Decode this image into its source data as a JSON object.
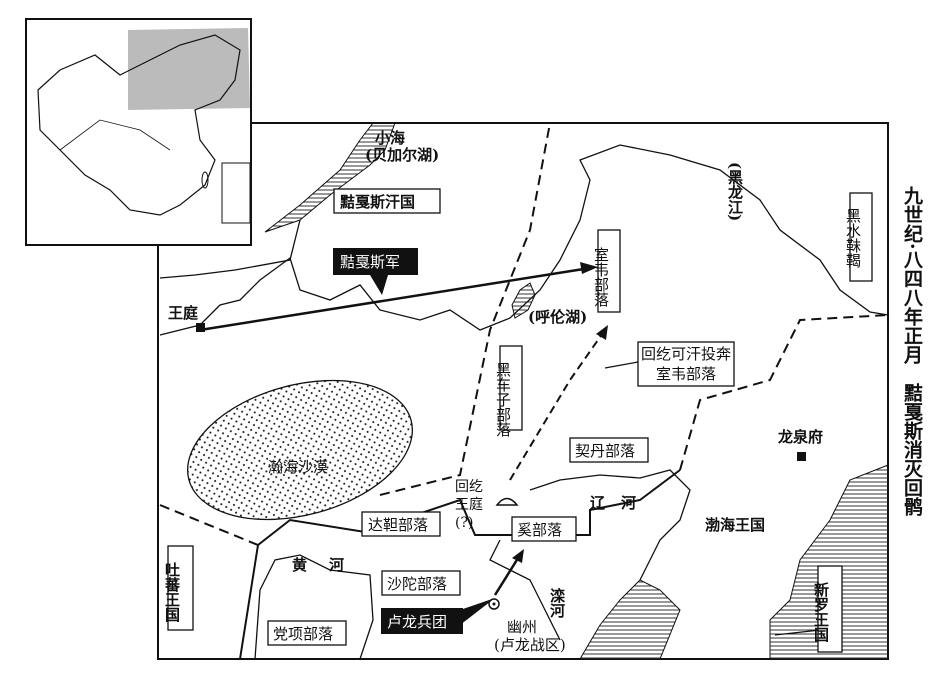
{
  "title": "九世纪·八四八年正月　黠戛斯消灭回鹘",
  "labels": {
    "xiaohai": "小海",
    "baikal": "(贝加尔湖)",
    "kyrgyz_khanate": "黠戛斯汗国",
    "kyrgyz_army": "黠戛斯军",
    "royal_court": "王庭",
    "shiwei": "室韦部落",
    "hulun_lake": "(呼伦湖)",
    "heilong_river": "(黑龙江)",
    "heishui_mohe": "黑水靺鞨",
    "uyghur_flight": "回纥可汗投奔室韦部落",
    "heichezi": "黑车子部落",
    "hanhai_desert": "瀚海沙漠",
    "khitan": "契丹部落",
    "longquanfu": "龙泉府",
    "uyghur_court": "回纥王庭(?)",
    "liao_river": "辽河",
    "tatar": "达靼部落",
    "xi": "奚部落",
    "bohai": "渤海王国",
    "tibet": "吐蕃王国",
    "yellow_river": "黄河",
    "shatuo": "沙陀部落",
    "luan_river": "滦河",
    "xinluo": "新罗王国",
    "lulong_army": "卢龙兵团",
    "youzhou": "幽州",
    "lulong_district": "(卢龙战区)",
    "dangxiang": "党项部落"
  }
}
